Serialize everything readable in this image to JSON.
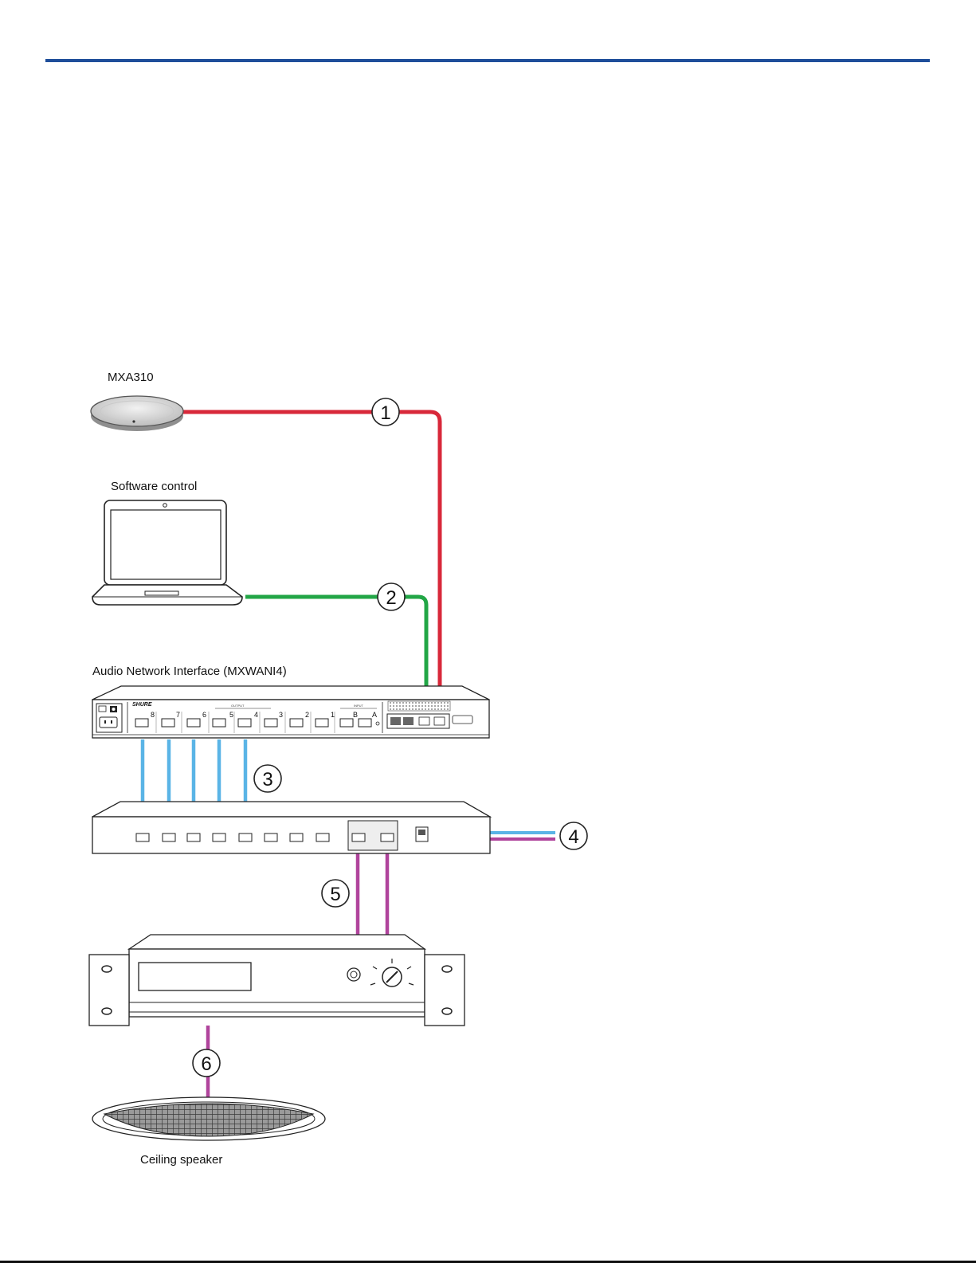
{
  "colors": {
    "header_rule": "#1f4e9a",
    "cable_1": "#d8283a",
    "cable_2": "#22a646",
    "cable_3": "#5ab4e6",
    "cable_4a": "#5ab4e6",
    "cable_4b": "#b0449c",
    "cable_5": "#b0449c",
    "cable_6": "#b0449c"
  },
  "labels": {
    "mic": "MXA310",
    "laptop": "Software control",
    "ani": "Audio Network Interface (MXWANI4)",
    "speaker": "Ceiling speaker"
  },
  "callouts": [
    "1",
    "2",
    "3",
    "4",
    "5",
    "6"
  ],
  "ani_panel": {
    "brand": "SHURE",
    "output_heading": "OUTPUT",
    "input_heading": "INPUT",
    "output_channels": [
      "8",
      "7",
      "6",
      "5",
      "4",
      "3",
      "2",
      "1"
    ],
    "input_channels": [
      "B",
      "A"
    ]
  },
  "icons": {
    "microphone": "boundary-microphone-icon",
    "laptop": "laptop-icon",
    "ani": "rack-interface-icon",
    "splitter": "breakout-box-icon",
    "amplifier": "power-amplifier-icon",
    "speaker": "ceiling-speaker-icon"
  }
}
